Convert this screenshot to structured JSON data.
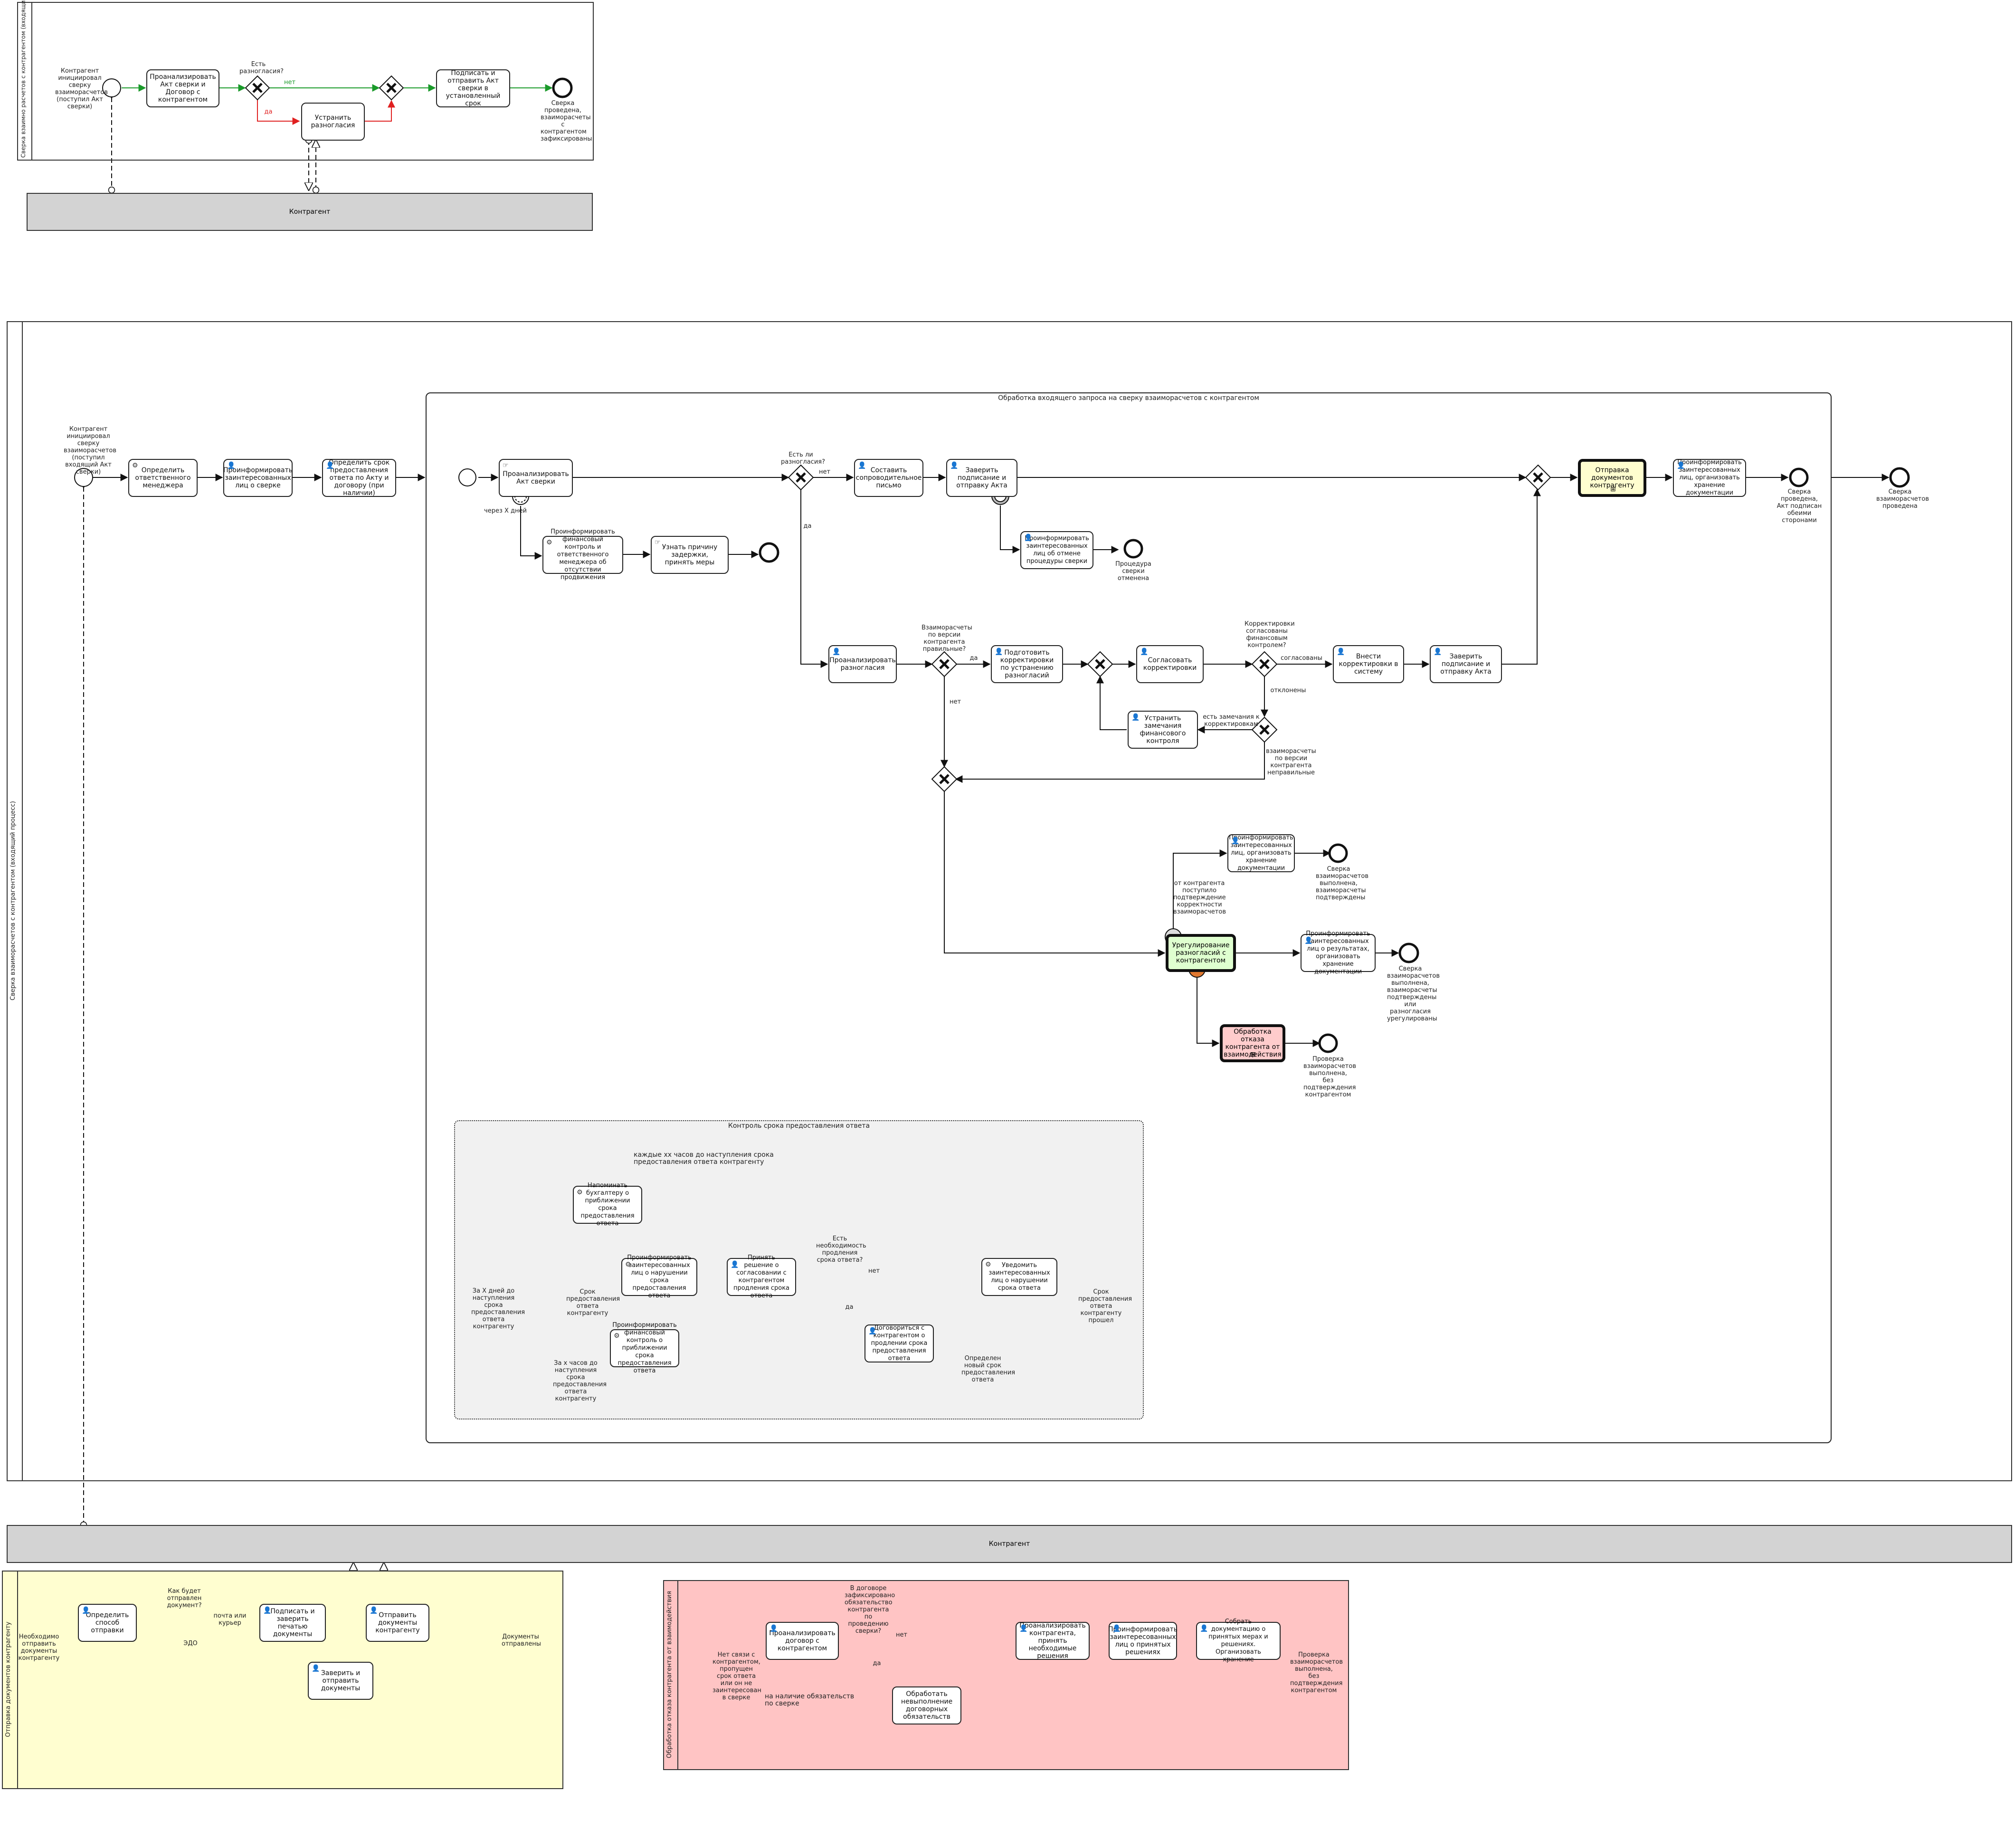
{
  "pools": {
    "top_process": "Сверка взаимно расчетов с контрагентом (входящий процесс) – упрощённый вариант",
    "top_black": "Контрагент",
    "main_process": "Сверка взаиморасчетов с контрагентом (входящий процесс)",
    "main_black": "Контрагент",
    "send_docs": "Отправка документов контрагенту",
    "refusal": "Обработка отказа контрагента от взаимодействия"
  },
  "top": {
    "start_label": "Контрагент инициировал сверку взаиморасчетов (поступил Акт сверки)",
    "task_analyze": "Проанализировать Акт сверки и Договор с контрагентом",
    "gw_q": "Есть разногласия?",
    "flow_no": "нет",
    "flow_yes": "да",
    "task_fix": "Устранить разногласия",
    "task_sign": "Подписать и отправить Акт сверки в установленный срок",
    "end_label": "Сверка проведена, взаиморасчеты с контрагентом зафиксированы"
  },
  "main": {
    "start_label": "Контрагент инициировал сверку взаиморасчетов (поступил входящий Акт сверки)",
    "t_manager": "Определить ответственного менеджера",
    "t_inform": "Проинформировать заинтересованных лиц о сверке",
    "t_deadline": "Определить срок предоставления ответа по Акту и договору (при наличии)",
    "end_label": "Сверка взаиморасчетов проведена"
  },
  "sub1": {
    "title": "Обработка входящего запроса на сверку взаиморасчетов с контрагентом",
    "t_analyze": "Проанализировать Акт сверки",
    "timer_label": "через X дней",
    "t_fin_inform": "Проинформировать финансовый контроль и ответственного менеджера об отсутствии продвижения",
    "t_delay": "Узнать причину задержки, принять меры",
    "gw_disagree": "Есть ли разногласия?",
    "no": "нет",
    "yes": "да",
    "t_letter": "Составить сопроводительное письмо",
    "t_certify": "Заверить подписание и отправку Акта",
    "t_cancel_inform": "Проинформировать заинтересованных лиц об отмене процедуры сверки",
    "end_cancel": "Процедура сверки отменена",
    "call_send": "Отправка документов контрагенту",
    "t_inform_store": "Проинформировать заинтересованных лиц, организовать хранение документации",
    "end_ok": "Сверка проведена, Акт подписан обеими сторонами",
    "t_disagree": "Проанализировать разногласия",
    "gw_correct_q": "Взаиморасчеты по версии контрагента правильные?",
    "t_prepare": "Подготовить корректировки по устранению разногласий",
    "t_agree": "Согласовать корректировки",
    "gw_fin_q": "Корректировки согласованы финансовым контролем?",
    "agreed": "согласованы",
    "rejected": "отклонены",
    "t_apply": "Внести корректировки в систему",
    "t_certify2": "Заверить подписание и отправку Акта",
    "t_fix_fin": "Устранить замечания финансового контроля",
    "flow_remarks": "есть замечания к корректировкам",
    "flow_wrong": "взаиморасчеты по версии контрагента неправильные",
    "t_inform_inform": "Проинформировать заинтересованных лиц, организовать хранение документации",
    "end_confirmed": "Сверка взаиморасчетов выполнена, взаиморасчеты подтверждены",
    "flow_confirm": "от контрагента поступило подтверждение корректности взаиморасчетов",
    "call_settle": "Урегулирование разногласий с контрагентом",
    "t_results": "Проинформировать заинтересованных лиц о результатах, организовать хранение документации",
    "end_settled": "Сверка взаиморасчетов выполнена, взаиморасчеты подтверждены или разногласия урегулированы",
    "call_refusal": "Обработка отказа контрагента от взаимодействия",
    "end_refusal": "Проверка взаиморасчетов выполнена, без подтверждения контрагентом"
  },
  "sub2": {
    "title": "Контроль срока предоставления ответа",
    "annotation": "каждые хх часов до наступления срока предоставления ответа контрагенту",
    "start_label": "За X дней до наступления срока предоставления ответа контрагенту",
    "t_remind": "Напоминать бухгалтеру о приближении срока предоставления ответа",
    "timer1": "Срок предоставления ответа контрагенту",
    "t_violation": "Проинформировать заинтересованных лиц о нарушении срока предоставления ответа",
    "t_decide": "Принять решение о согласовании с контрагентом продления срока ответа",
    "gw_q": "Есть необходимость продления срока ответа?",
    "no": "нет",
    "yes": "да",
    "t_notify": "Уведомить заинтересованных лиц о нарушении срока ответа",
    "end_missed": "Срок предоставления ответа контрагенту прошел",
    "timer2": "За х часов до наступления срока предоставления ответа контрагенту",
    "t_fin": "Проинформировать финансовый контроль о приближении срока предоставления ответа",
    "t_extend": "Договориться с контрагентом о продлении срока предоставления ответа",
    "end_new": "Определен новый срок предоставления ответа"
  },
  "send": {
    "start_label": "Необходимо отправить документы контрагенту",
    "t_method": "Определить способ отправки",
    "gw_q": "Как будет отправлен документ?",
    "flow_mail": "почта или курьер",
    "flow_edo": "ЭДО",
    "t_print": "Подписать и заверить печатью документы",
    "t_send": "Отправить документы контрагенту",
    "t_certify": "Заверить и отправить документы",
    "end_label": "Документы отправлены"
  },
  "refusal": {
    "start_label": "Нет связи с контрагентом, пропущен срок ответа или он не заинтересован в сверке",
    "t_analyze": "Проанализировать договор с контрагентом",
    "gw_q": "В договоре зафиксировано обязательство контрагента по проведению сверки?",
    "no": "нет",
    "yes": "да",
    "annotation": "на наличие обязательств по сверке",
    "t_breach": "Обработать невыполнение договорных обязательств",
    "t_analyze2": "Проанализировать контрагента, принять необходимые решения",
    "t_inform": "Проинформировать заинтересованных лиц о принятых решениях",
    "t_collect": "Собрать документацию о принятых мерах и решениях. Организовать хранение",
    "end_label": "Проверка взаиморасчетов выполнена, без подтверждения контрагентом"
  }
}
